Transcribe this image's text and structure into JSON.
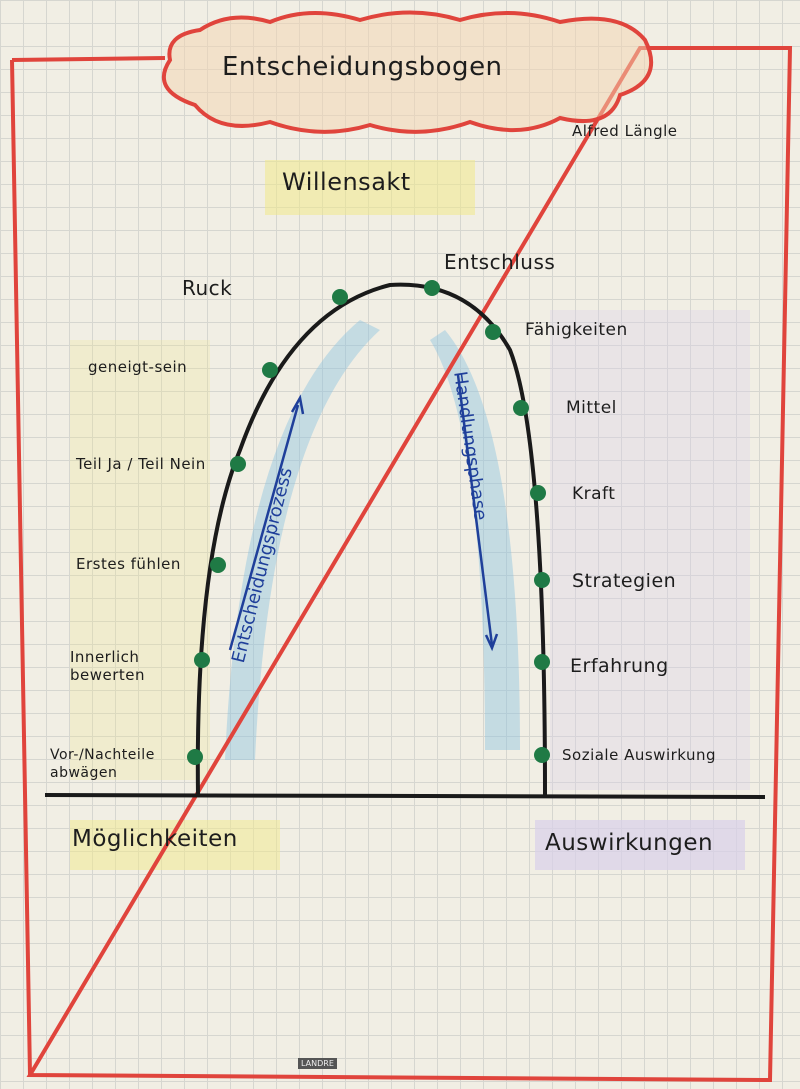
{
  "title": "Entscheidungsbogen",
  "author": "Alfred Längle",
  "top_label": "Willensakt",
  "apex_left": "Ruck",
  "apex_right": "Entschluss",
  "left_steps": [
    "geneigt-sein",
    "Teil Ja / Teil Nein",
    "Erstes fühlen",
    "Innerlich bewerten",
    "Vor-/Nachteile abwägen"
  ],
  "right_steps": [
    "Fähigkeiten",
    "Mittel",
    "Kraft",
    "Strategien",
    "Erfahrung",
    "Soziale Auswirkung"
  ],
  "left_arrow": "Entscheidungsprozess",
  "right_arrow": "Handlungsphase",
  "bottom_left": "Möglichkeiten",
  "bottom_right": "Auswirkungen",
  "logo": "LANDRE",
  "colors": {
    "border": "#e0443c",
    "dot": "#1f7a45",
    "arrow": "#1f3f9a",
    "highlight_yellow": "#f1e98a",
    "highlight_purple": "#d9d0ea"
  }
}
